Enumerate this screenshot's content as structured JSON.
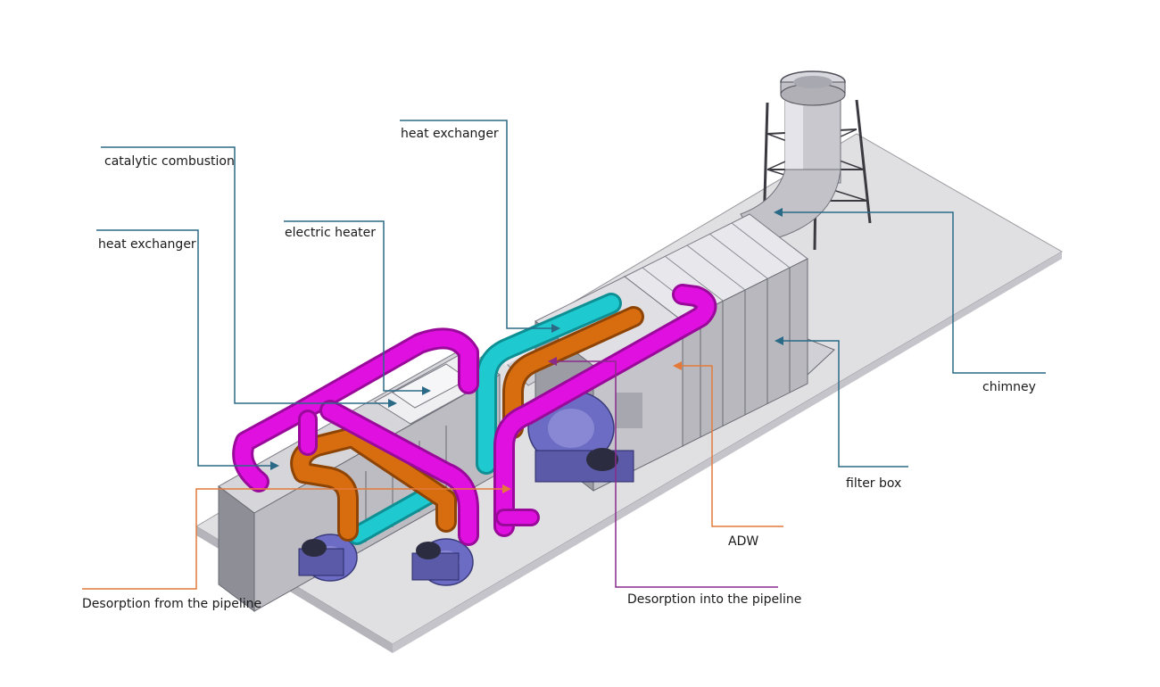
{
  "labels": {
    "heat_exchanger_top": "heat exchanger",
    "catalytic_combustion": "catalytic combustion",
    "electric_heater": "electric heater",
    "heat_exchanger_left": "heat exchanger",
    "chimney": "chimney",
    "filter_box": "filter box",
    "adw": "ADW",
    "desorption_from": "Desorption from the pipeline",
    "desorption_into": "Desorption into the pipeline"
  },
  "colors": {
    "leader_blue": "#2b6a86",
    "leader_orange": "#e47a3a",
    "leader_purple": "#8a2b8a",
    "pipe_magenta": "#e010e0",
    "pipe_orange": "#d86d10",
    "pipe_cyan": "#1ec9cf",
    "fan_purple": "#6c6cc4",
    "steel_grey": "#c9c9cf",
    "base_plate": "#dcdcdf"
  }
}
